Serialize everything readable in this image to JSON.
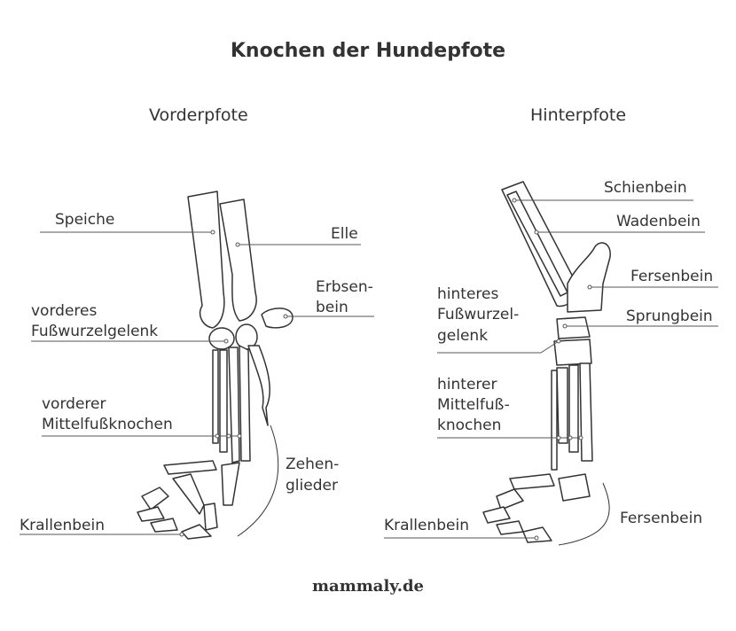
{
  "title": "Knochen der Hundepfote",
  "front": {
    "heading": "Vorderpfote",
    "labels": {
      "speiche": "Speiche",
      "elle": "Elle",
      "erbsenbein_1": "Erbsen-",
      "erbsenbein_2": "bein",
      "fusswurzel_1": "vorderes",
      "fusswurzel_2": "Fußwurzelgelenk",
      "mittelfuss_1": "vorderer",
      "mittelfuss_2": "Mittelfußknochen",
      "zehen_1": "Zehen-",
      "zehen_2": "glieder",
      "krallenbein": "Krallenbein"
    }
  },
  "hind": {
    "heading": "Hinterpfote",
    "labels": {
      "schienbein": "Schienbein",
      "wadenbein": "Wadenbein",
      "fersenbein": "Fersenbein",
      "sprungbein": "Sprungbein",
      "fusswurzel_1": "hinteres",
      "fusswurzel_2": "Fußwurzel-",
      "fusswurzel_3": "gelenk",
      "mittelfuss_1": "hinterer",
      "mittelfuss_2": "Mittelfuß-",
      "mittelfuss_3": "knochen",
      "krallenbein": "Krallenbein",
      "fersenbein_pad": "Fersenbein"
    }
  },
  "footer": "mammaly.de"
}
